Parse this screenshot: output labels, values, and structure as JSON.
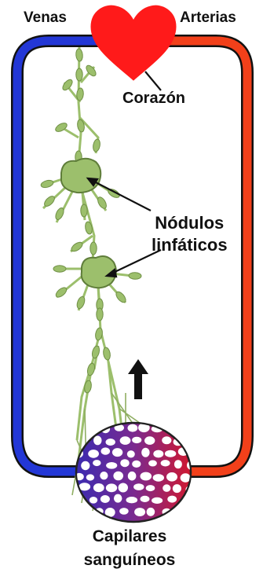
{
  "labels": {
    "veins": "Venas",
    "arteries": "Arterias",
    "heart": "Corazón",
    "nodes_line1": "Nódulos",
    "nodes_line2": "linfáticos",
    "capillaries_line1": "Capilares",
    "capillaries_line2": "sanguíneos"
  },
  "colors": {
    "veins": "#2337d6",
    "arteries": "#f2401a",
    "heart": "#ff1a1a",
    "lymph": "#9cbf6c",
    "lymph_dark": "#5f7d3a",
    "capillary_red": "#c8162e",
    "capillary_blue": "#3b2bb0"
  }
}
